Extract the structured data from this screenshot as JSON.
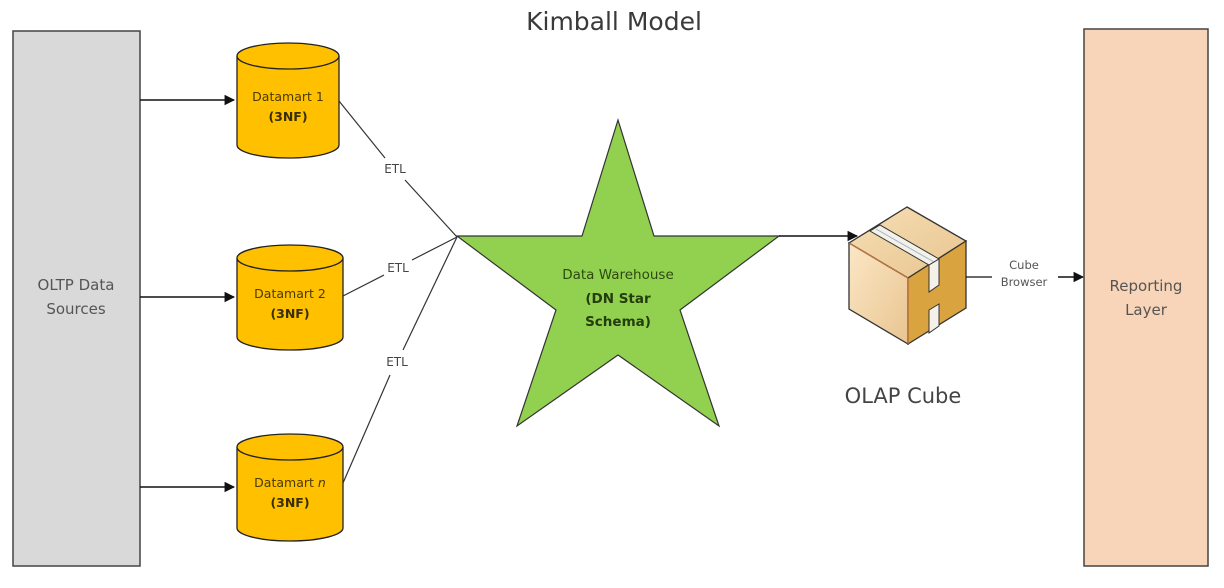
{
  "title": "Kimball Model",
  "source": {
    "label_lines": [
      "OLTP Data",
      "Sources"
    ],
    "fill": "#d9d9d9"
  },
  "datamarts": [
    {
      "name": "Datamart 1",
      "suffix": "",
      "sub": "(3NF)"
    },
    {
      "name": "Datamart 2",
      "suffix": "",
      "sub": "(3NF)"
    },
    {
      "name": "Datamart ",
      "suffix": "n",
      "sub": "(3NF)"
    }
  ],
  "datamart_fill": "#ffc000",
  "etl_labels": [
    "ETL",
    "ETL",
    "ETL"
  ],
  "warehouse": {
    "label": "Data Warehouse",
    "sub_lines": [
      "(DN Star",
      "Schema)"
    ],
    "fill": "#92d050"
  },
  "cube": {
    "caption": "OLAP Cube"
  },
  "cube_browser_lines": [
    "Cube",
    "Browser"
  ],
  "reporting": {
    "label_lines": [
      "Reporting",
      "Layer"
    ],
    "fill": "#f8d5b8"
  }
}
